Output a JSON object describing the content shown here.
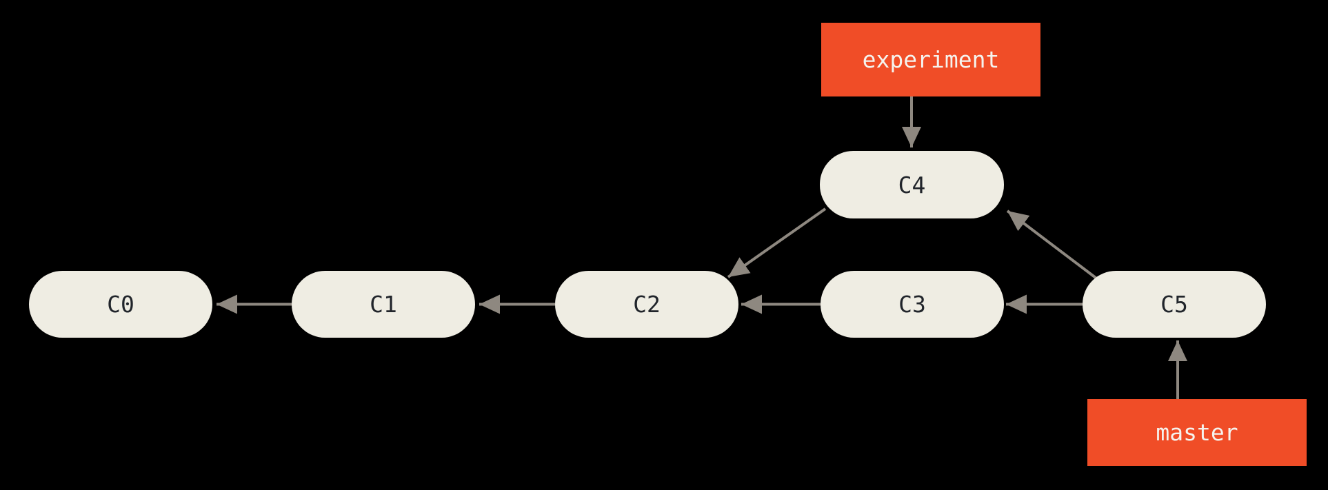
{
  "diagram": {
    "nodes": [
      {
        "id": "C0",
        "label": "C0"
      },
      {
        "id": "C1",
        "label": "C1"
      },
      {
        "id": "C2",
        "label": "C2"
      },
      {
        "id": "C3",
        "label": "C3"
      },
      {
        "id": "C4",
        "label": "C4"
      },
      {
        "id": "C5",
        "label": "C5"
      }
    ],
    "edges": [
      {
        "from": "C1",
        "to": "C0"
      },
      {
        "from": "C2",
        "to": "C1"
      },
      {
        "from": "C3",
        "to": "C2"
      },
      {
        "from": "C4",
        "to": "C2"
      },
      {
        "from": "C5",
        "to": "C3"
      },
      {
        "from": "C5",
        "to": "C4"
      }
    ],
    "branches": [
      {
        "label": "experiment",
        "points_to": "C4"
      },
      {
        "label": "master",
        "points_to": "C5"
      }
    ]
  },
  "colors": {
    "background": "#000000",
    "node_fill": "#EFEDE3",
    "node_text": "#21252B",
    "branch_bg": "#F04D27",
    "branch_text": "#F5F3EE",
    "arrow": "#8E8880"
  }
}
